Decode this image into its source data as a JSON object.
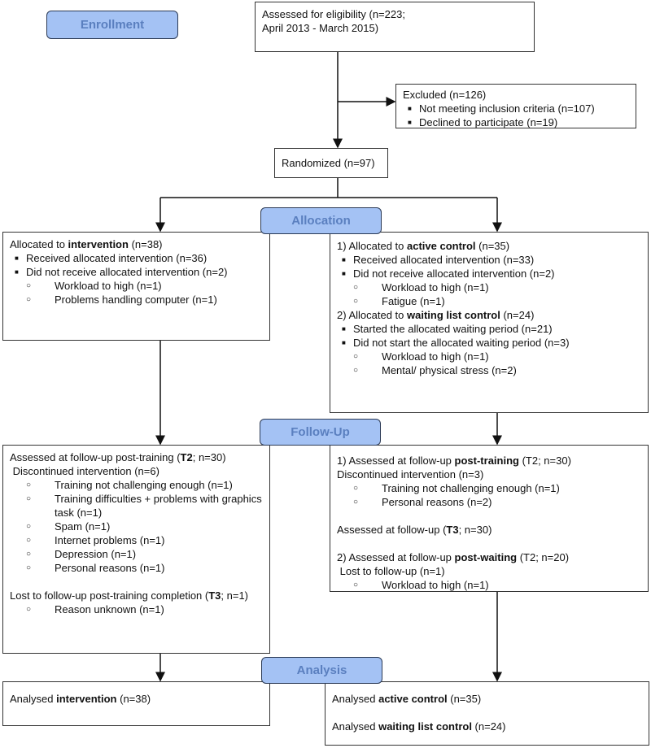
{
  "labels": {
    "enrollment": "Enrollment",
    "allocation": "Allocation",
    "follow_up": "Follow-Up",
    "analysis": "Analysis"
  },
  "colors": {
    "label_fill": "#a4c2f4",
    "label_text": "#5a7fbf"
  },
  "boxes": {
    "eligibility": [
      {
        "lvl": 0,
        "pre": "Assessed for eligibility (n=223;"
      },
      {
        "lvl": 0,
        "pre": "April 2013 - March 2015)"
      }
    ],
    "excluded": [
      {
        "lvl": 0,
        "pre": "Excluded (n=126)"
      },
      {
        "lvl": 1,
        "pre": "Not meeting inclusion criteria (n=107)"
      },
      {
        "lvl": 1,
        "pre": "Declined to participate (n=19)"
      }
    ],
    "randomized": [
      {
        "lvl": 0,
        "pre": "Randomized (n=97)"
      }
    ],
    "alloc_left": [
      {
        "lvl": 0,
        "pre": "Allocated to ",
        "bold": "intervention",
        "post": " (n=38)"
      },
      {
        "lvl": 1,
        "pre": "Received allocated intervention (n=36)"
      },
      {
        "lvl": 1,
        "pre": "Did not receive allocated intervention (n=2)"
      },
      {
        "lvl": 2,
        "pre": "Workload to high (n=1)"
      },
      {
        "lvl": 2,
        "pre": "Problems handling computer (n=1)"
      }
    ],
    "alloc_right": [
      {
        "lvl": 0,
        "pre": "1) Allocated to ",
        "bold": "active control",
        "post": " (n=35)"
      },
      {
        "lvl": 1,
        "pre": "Received allocated intervention (n=33)"
      },
      {
        "lvl": 1,
        "pre": "Did not receive allocated intervention (n=2)"
      },
      {
        "lvl": 2,
        "pre": "Workload to high (n=1)"
      },
      {
        "lvl": 2,
        "pre": "Fatigue (n=1)"
      },
      {
        "lvl": 0,
        "pre": "2) Allocated to ",
        "bold": "waiting list control",
        "post": " (n=24)"
      },
      {
        "lvl": 1,
        "pre": "Started the allocated waiting period (n=21)"
      },
      {
        "lvl": 1,
        "pre": "Did not start the allocated waiting period (n=3)"
      },
      {
        "lvl": 2,
        "pre": "Workload to high (n=1)"
      },
      {
        "lvl": 2,
        "pre": "Mental/ physical stress (n=2)"
      }
    ],
    "followup_left": [
      {
        "lvl": 0,
        "pre": "Assessed at follow-up post-training (",
        "bold": "T2",
        "post": "; n=30)"
      },
      {
        "lvl": 0,
        "pre": " Discontinued intervention (n=6)"
      },
      {
        "lvl": 2,
        "pre": "Training not challenging enough (n=1)"
      },
      {
        "lvl": 2,
        "pre": "Training difficulties + problems with graphics"
      },
      {
        "lvl": 3,
        "pre": "task (n=1)"
      },
      {
        "lvl": 2,
        "pre": "Spam (n=1)"
      },
      {
        "lvl": 2,
        "pre": "Internet problems (n=1)"
      },
      {
        "lvl": 2,
        "pre": "Depression (n=1)"
      },
      {
        "lvl": 2,
        "pre": "Personal reasons (n=1)"
      },
      {
        "lvl": -1
      },
      {
        "lvl": 0,
        "pre": "Lost to follow-up post-training completion (",
        "bold": "T3",
        "post": "; n=1)"
      },
      {
        "lvl": 2,
        "pre": "Reason unknown (n=1)"
      }
    ],
    "followup_right": [
      {
        "lvl": 0,
        "pre": "1) Assessed at follow-up ",
        "bold": "post-training",
        "post": " (T2; n=30)",
        "bold2": "T2"
      },
      {
        "lvl": 0,
        "pre": "Discontinued intervention (n=3)"
      },
      {
        "lvl": 2,
        "pre": "Training not challenging enough (n=1)"
      },
      {
        "lvl": 2,
        "pre": "Personal reasons (n=2)"
      },
      {
        "lvl": -1
      },
      {
        "lvl": 0,
        "pre": "Assessed at follow-up (",
        "bold": "T3",
        "post": "; n=30)"
      },
      {
        "lvl": -1
      },
      {
        "lvl": 0,
        "pre": "2) Assessed at follow-up ",
        "bold": "post-waiting",
        "post": " (T2; n=20)"
      },
      {
        "lvl": 0,
        "pre": " Lost to follow-up (n=1)"
      },
      {
        "lvl": 2,
        "pre": "Workload to high (n=1)"
      }
    ],
    "analysis_left": [
      {
        "lvl": 0,
        "pre": "Analysed ",
        "bold": "intervention",
        "post": " (n=38)"
      }
    ],
    "analysis_right": [
      {
        "lvl": 0,
        "pre": "Analysed ",
        "bold": "active control",
        "post": " (n=35)"
      },
      {
        "lvl": -1
      },
      {
        "lvl": 0,
        "pre": "Analysed ",
        "bold": "waiting list control",
        "post": " (n=24)"
      }
    ]
  }
}
